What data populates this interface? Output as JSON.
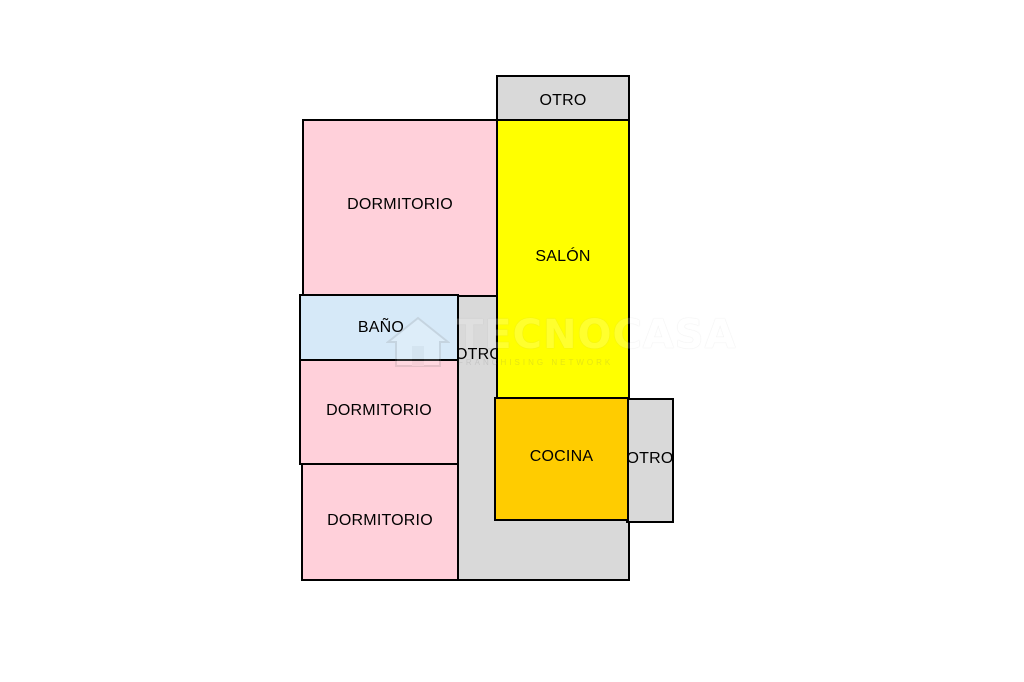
{
  "floorplan": {
    "rooms": {
      "otro_top": {
        "label": "OTRO",
        "color": "#d9d9d9"
      },
      "dormitorio_top": {
        "label": "DORMITORIO",
        "color": "#ffd0da"
      },
      "salon": {
        "label": "SALÓN",
        "color": "#ffff00"
      },
      "bano": {
        "label": "BAÑO",
        "color": "#d6e9f8"
      },
      "otro_hall": {
        "label": "OTRO",
        "color": "#d9d9d9"
      },
      "dormitorio_mid": {
        "label": "DORMITORIO",
        "color": "#ffd0da"
      },
      "cocina": {
        "label": "COCINA",
        "color": "#ffcc00"
      },
      "otro_right": {
        "label": "OTRO",
        "color": "#d9d9d9"
      },
      "dormitorio_bottom": {
        "label": "DORMITORIO",
        "color": "#ffd0da"
      }
    },
    "watermark": {
      "brand": "TECNOCASA",
      "subtitle": "FRANCHISING NETWORK"
    }
  }
}
